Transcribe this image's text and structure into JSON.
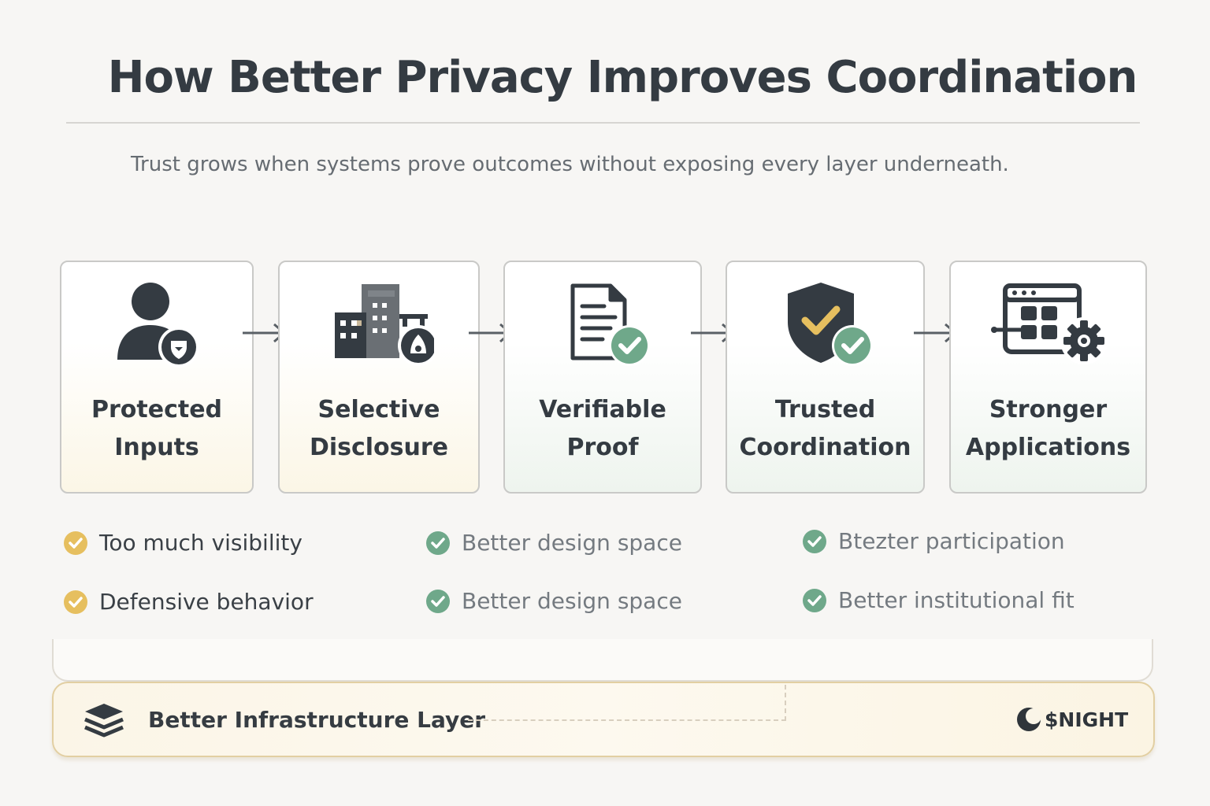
{
  "title": "How Better Privacy Improves Coordination",
  "subtitle": "Trust grows when systems prove outcomes without exposing every layer underneath.",
  "steps": [
    {
      "line1": "Protected",
      "line2": "Inputs",
      "icon": "user-shield-icon"
    },
    {
      "line1": "Selective",
      "line2": "Disclosure",
      "icon": "buildings-icon"
    },
    {
      "line1": "Verifiable",
      "line2": "Proof",
      "icon": "document-check-icon"
    },
    {
      "line1": "Trusted",
      "line2": "Coordination",
      "icon": "shield-check-icon"
    },
    {
      "line1": "Stronger",
      "line2": "Applications",
      "icon": "app-grid-gear-icon"
    }
  ],
  "outcomes": {
    "left": [
      "Too much visibility",
      "Defensive behavior"
    ],
    "middle": [
      "Better design space",
      "Better design space"
    ],
    "right": [
      "Btezter participation",
      "Better institutional fit"
    ]
  },
  "infrastructure": {
    "label": "Better Infrastructure Layer",
    "brand": "$NIGHT",
    "icon": "layers-icon"
  },
  "colors": {
    "dark": "#343b42",
    "green": "#6fa88a",
    "gold": "#e6bf5f"
  }
}
